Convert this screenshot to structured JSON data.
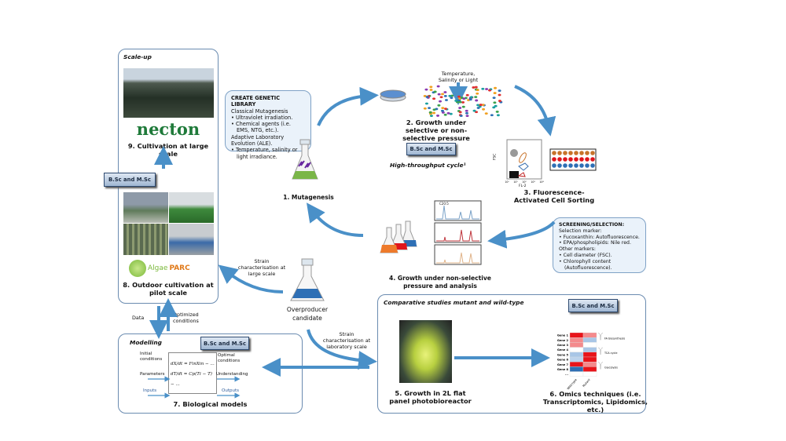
{
  "colors": {
    "arrow": "#4a90c8",
    "panel_border": "#6a8bb0",
    "info_bg": "#eaf2fa",
    "necton": "#1f7a3a"
  },
  "badge_label": "B.Sc and M.Sc",
  "scale_up": {
    "heading": "Scale-up",
    "logo_large": "necton",
    "step9": "9. Cultivation at large scale",
    "logo_pilot_a": "Algae",
    "logo_pilot_b": "PARC",
    "step8": "8. Outdoor cultivation at pilot scale"
  },
  "data_flow": {
    "data": "Data",
    "optimized": "Optimized conditions"
  },
  "modelling": {
    "heading": "Modelling",
    "input1": "Initial conditions",
    "input2": "Parameters",
    "inputs": "Inputs",
    "eq1": "dX/dt = FinXin − ...",
    "eq2": "dT/dt = Cp(Ti − T) − ...",
    "output1": "Optimal conditions",
    "output2": "Understanding",
    "outputs": "Outputs",
    "step7": "7. Biological models"
  },
  "genetic_library": {
    "heading": "CREATE GENETIC LIBRARY",
    "line1": "Classical Mutagenesis",
    "item1": "Ultraviolet irradiation.",
    "item2": "Chemical agents (i.e. EMS, NTG, etc.).",
    "line2": "Adaptive Laboratory Evolution (ALE).",
    "item3": "Temperature, salinity or light irradiance."
  },
  "step1": "1. Mutagenesis",
  "pressure_label": "Temperature, Salinity or Light",
  "step2": "2. Growth under selective or non-selective pressure",
  "cycle_label": "High-throughput cycle¹",
  "facs": {
    "y_axis": "FSC",
    "x_axis": "FL-2",
    "ticks": [
      "10⁰",
      "10¹",
      "10²",
      "10³",
      "10⁴"
    ]
  },
  "step3": "3. Fluorescence-Activated Cell Sorting",
  "screening": {
    "heading": "SCREENING/SELECTION:",
    "line1": "Selection marker:",
    "item1": "Fucoxanthin: Autofluorescence.",
    "item2": "EPA/phospholipids: Nile red.",
    "line2": "Other markers:",
    "item3": "Cell diameter (FSC).",
    "item4": "Chlorophyll content (Autofluorescence)."
  },
  "chromatogram_label": "C20:5",
  "step4": "4. Growth under non-selective pressure and analysis",
  "overproducer": "Overproducer candidate",
  "strain_large": "Strain characterisation at large scale",
  "strain_lab": "Strain characterisation at laboratory scale",
  "comparative": {
    "heading": "Comparative studies mutant and wild-type",
    "step5": "5. Growth in 2L flat panel photobioreactor",
    "step6": "6. Omics techniques (i.e. Transcriptomics, Lipidomics, etc.)"
  },
  "heatmap": {
    "genes": [
      "Gene 1",
      "Gene 2",
      "Gene 3",
      "Gene 4",
      "Gene 5",
      "Gene 6",
      "Gene 7",
      "Gene 8",
      "..."
    ],
    "columns": [
      "Wild-type",
      "Mutant"
    ],
    "groups": [
      "FA biosynthesis",
      "TCA cycle",
      "Glycolysis"
    ],
    "colors": [
      [
        "#e8141a",
        "#f48a8c"
      ],
      [
        "#f48a8c",
        "#a9c6e6"
      ],
      [
        "#f48a8c",
        "#ffffff"
      ],
      [
        "#ffffff",
        "#a9c6e6"
      ],
      [
        "#a9c6e6",
        "#e8141a"
      ],
      [
        "#bcd3ec",
        "#e8141a"
      ],
      [
        "#e8141a",
        "#f48a8c"
      ],
      [
        "#2f6fb3",
        "#e8141a"
      ],
      [
        "#ffffff",
        "#ffffff"
      ]
    ]
  }
}
